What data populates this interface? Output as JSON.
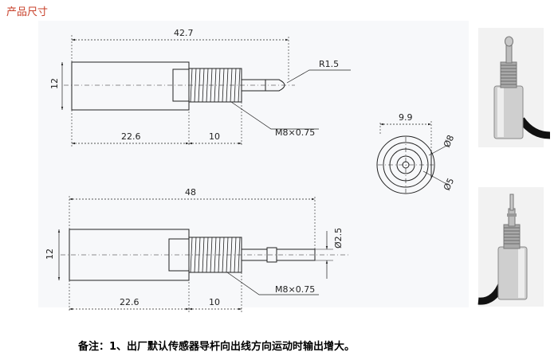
{
  "page": {
    "title": "产品尺寸"
  },
  "drawing_top": {
    "overall_length": "42.7",
    "body_height": "12",
    "body_length": "22.6",
    "thread_length": "10",
    "thread_spec": "M8×0.75",
    "tip_radius": "R1.5"
  },
  "drawing_bottom": {
    "overall_length": "48",
    "body_height": "12",
    "body_length": "22.6",
    "thread_length": "10",
    "thread_spec": "M8×0.75",
    "rod_diameter": "Ø2.5"
  },
  "end_view": {
    "width": "9.9",
    "diameter_large": "Ø8",
    "diameter_small": "Ø5"
  },
  "note": {
    "text": "备注：1、出厂默认传感器导杆向出线方向运动时输出增大。"
  },
  "photos": [
    {
      "name": "sensor-photo-short"
    },
    {
      "name": "sensor-photo-long"
    }
  ]
}
